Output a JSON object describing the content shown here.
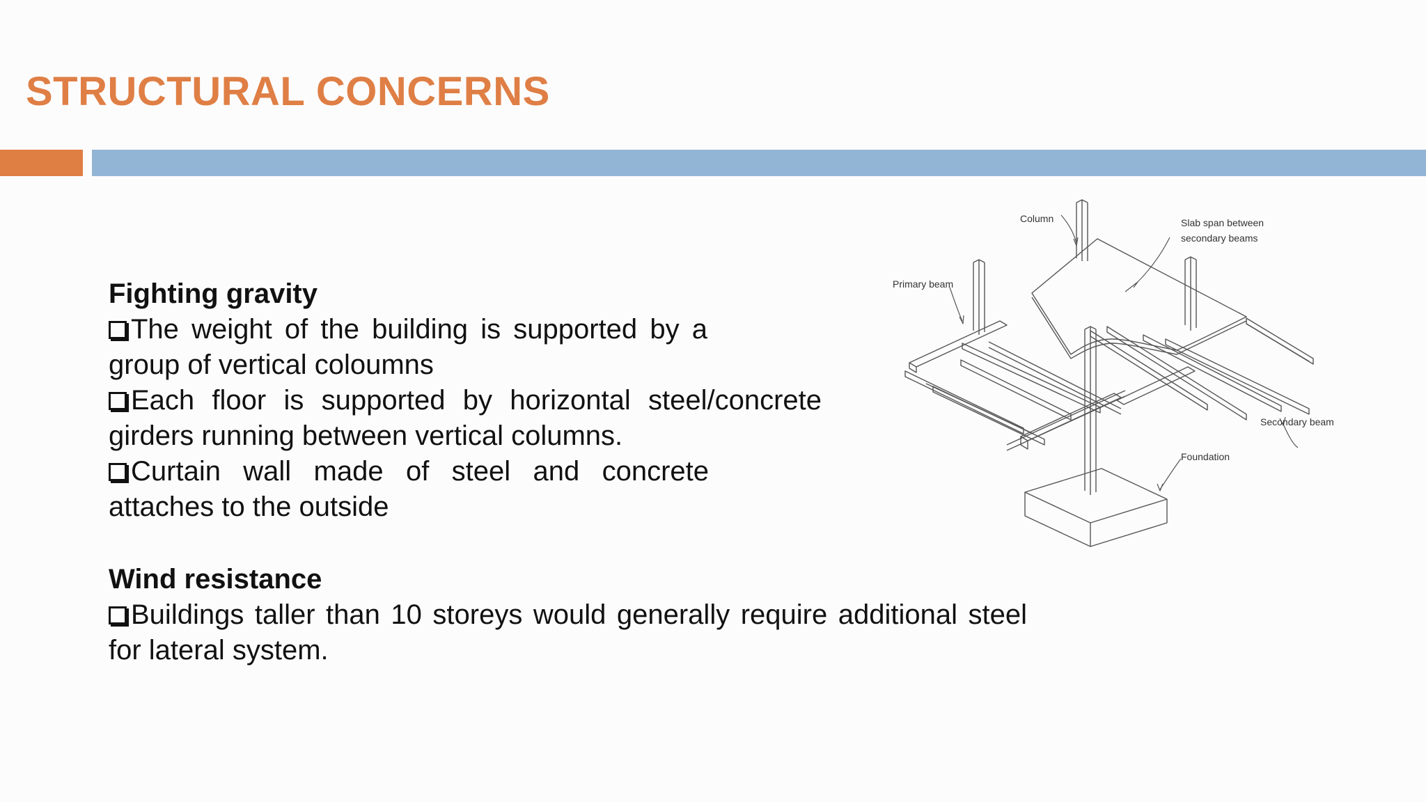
{
  "slide": {
    "title": "STRUCTURAL CONCERNS",
    "colors": {
      "title": "#df7f45",
      "accent_bar": "#e07f44",
      "main_bar": "#92b5d6",
      "text": "#111111",
      "background": "#fdfcfd"
    }
  },
  "sections": {
    "gravity": {
      "heading": "Fighting gravity",
      "bullets": [
        "The weight of the building is supported by a group of vertical coloumns",
        "Each floor is supported by horizontal steel/concrete girders running between vertical columns.",
        "Curtain wall made of steel and concrete attaches to the outside"
      ]
    },
    "wind": {
      "heading": "Wind resistance",
      "bullets": [
        "Buildings taller than 10 storeys would generally require additional steel for lateral system."
      ]
    },
    "bullet_icon": "hollow-square-bullet-icon"
  },
  "diagram": {
    "labels": {
      "column": "Column",
      "slab": "Slab span between",
      "slab_line2": "secondary beams",
      "primary_beam": "Primary beam",
      "secondary_beam": "Secondary beam",
      "foundation": "Foundation"
    }
  }
}
